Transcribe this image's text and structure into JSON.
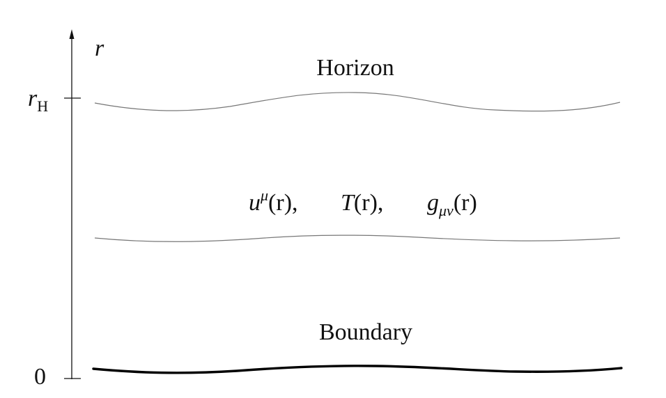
{
  "axis": {
    "variable": "r",
    "horizon_tick_symbol": "r",
    "horizon_tick_subscript": "H",
    "boundary_tick_label": "0"
  },
  "surfaces": {
    "horizon_label": "Horizon",
    "boundary_label": "Boundary"
  },
  "fields": {
    "velocity": {
      "base": "u",
      "superscript": "μ",
      "argument": "(r),",
      "text": "u^μ(r),"
    },
    "temperature": {
      "base": "T",
      "argument": "(r),",
      "text": "T(r),"
    },
    "metric": {
      "base": "g",
      "subscript": "μν",
      "argument": "(r)",
      "text": "g_μν(r)"
    }
  }
}
